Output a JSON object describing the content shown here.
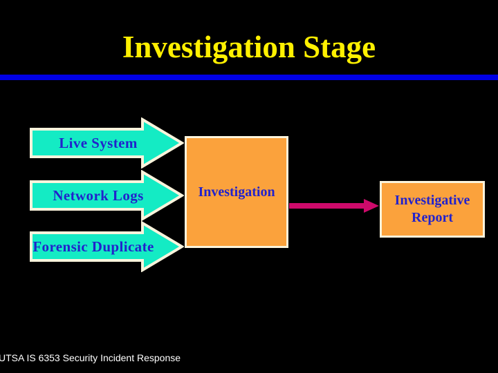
{
  "slide": {
    "title": "Investigation Stage",
    "background_color": "#000000",
    "title_color": "#FFF000",
    "rule_color": "#0000E6"
  },
  "inputs": {
    "arrow_fill_color": "#14EBC4",
    "arrow_outline_color": "#FBF4DC",
    "label_color": "#2222CC",
    "items": [
      {
        "label": "Live System"
      },
      {
        "label": "Network Logs"
      },
      {
        "label": "Forensic Duplicate"
      }
    ]
  },
  "process": {
    "label": "Investigation",
    "fill_color": "#FBA23C",
    "border_color": "#FBF4DC",
    "text_color": "#2222CC"
  },
  "connector": {
    "color": "#CE0A6B",
    "direction": "right"
  },
  "output": {
    "line1": "Investigative",
    "line2": "Report",
    "fill_color": "#FBA23C",
    "border_color": "#FBF4DC",
    "text_color": "#2222CC"
  },
  "footer": {
    "text": "UTSA IS 6353 Security Incident Response",
    "color": "#FFFFFF"
  }
}
